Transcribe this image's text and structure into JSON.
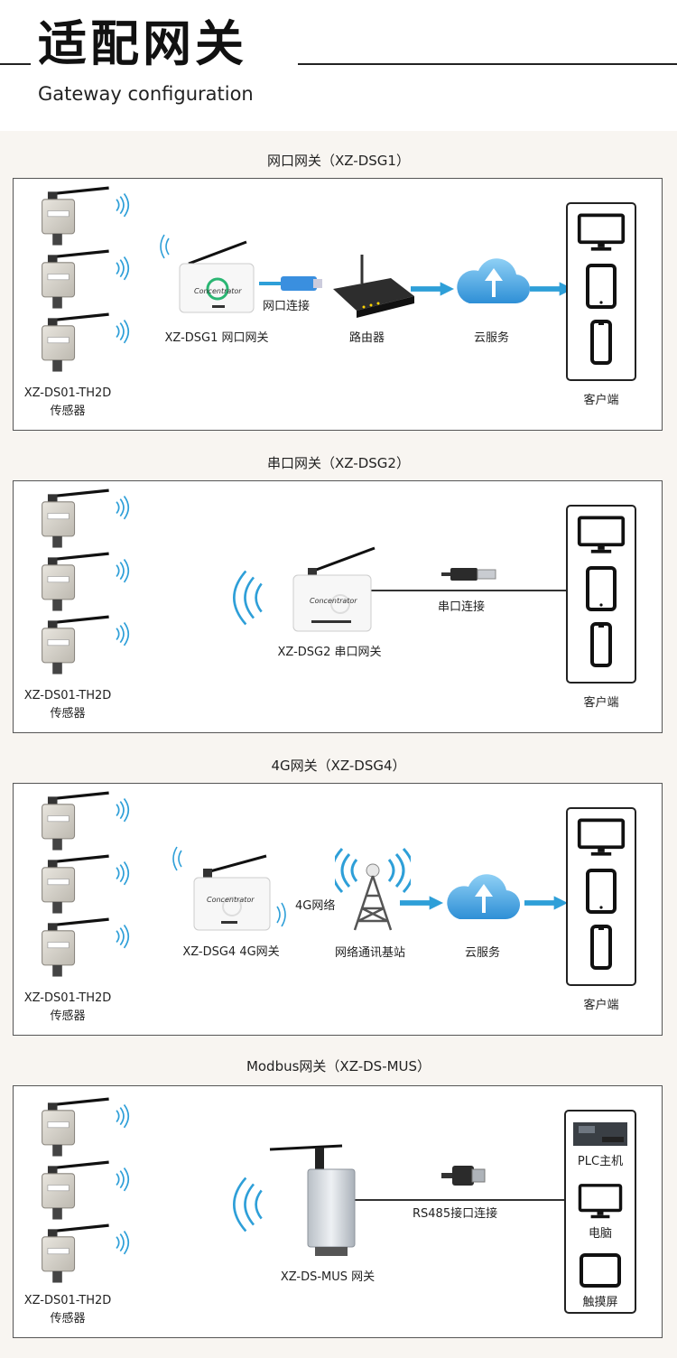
{
  "header": {
    "title": "适配网关",
    "subtitle": "Gateway configuration"
  },
  "sensor_label": [
    "XZ-DS01-TH2D",
    "传感器"
  ],
  "client_label": "客户端",
  "sections": [
    {
      "title": "网口网关（XZ-DSG1）",
      "gateway_label": "XZ-DSG1 网口网关",
      "link_label": "网口连接",
      "router_label": "路由器",
      "cloud_label": "云服务",
      "device_brand": "Concentrator"
    },
    {
      "title": "串口网关（XZ-DSG2）",
      "gateway_label": "XZ-DSG2 串口网关",
      "link_label": "串口连接",
      "device_brand": "Concentrator"
    },
    {
      "title": "4G网关（XZ-DSG4）",
      "gateway_label": "XZ-DSG4 4G网关",
      "link_label": "4G网络",
      "tower_label": "网络通讯基站",
      "cloud_label": "云服务",
      "device_brand": "Concentrator"
    },
    {
      "title": "Modbus网关（XZ-DS-MUS）",
      "gateway_label": "XZ-DS-MUS 网关",
      "link_label": "RS485接口连接",
      "client_items": [
        "PLC主机",
        "电脑",
        "触摸屏"
      ]
    }
  ],
  "colors": {
    "background": "#f8f5f1",
    "arrow": "#2e9fd8",
    "wave": "#2e9fd8",
    "cloud": "#3f9fdc",
    "gateway_accent": "#2bb673"
  }
}
